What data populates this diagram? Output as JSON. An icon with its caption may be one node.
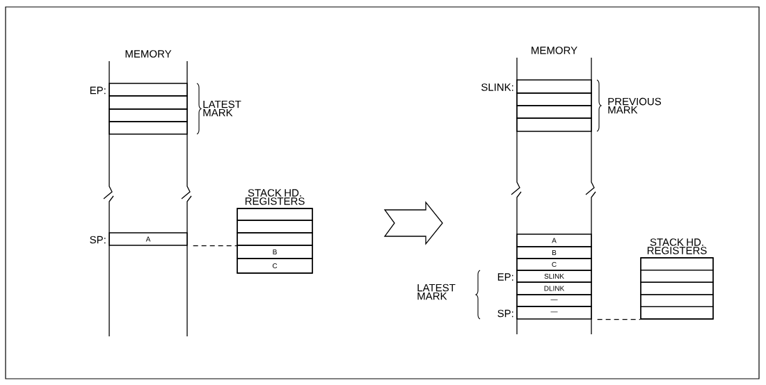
{
  "diagram": {
    "nodes": [
      {
        "text": [
          "MEMORY"
        ]
      },
      {
        "text": [],
        "shape": "box",
        "in": 0,
        "beside": [
          "EP:"
        ]
      },
      {
        "text": [],
        "shape": "box",
        "in": 0
      },
      {
        "text": [],
        "shape": "box",
        "in": 0
      },
      {
        "text": [],
        "shape": "box",
        "in": 0
      },
      {
        "text": [
          "A"
        ],
        "in": 0,
        "beside": [
          "SP:"
        ]
      },
      {
        "text": [
          "STACK HD. REGISTERS"
        ]
      },
      {
        "text": [],
        "shape": "box",
        "in": 6
      },
      {
        "text": [],
        "shape": "box",
        "in": 6
      },
      {
        "text": [],
        "shape": "box",
        "in": 6
      },
      {
        "text": [
          "B"
        ],
        "in": 6
      },
      {
        "text": [
          "C"
        ],
        "in": 6
      },
      {
        "text": [
          "MEMORY"
        ]
      },
      {
        "text": [],
        "shape": "box",
        "in": 12,
        "beside": [
          "SLINK:"
        ]
      },
      {
        "text": [],
        "shape": "box",
        "in": 12
      },
      {
        "text": [],
        "shape": "box",
        "in": 12
      },
      {
        "text": [],
        "shape": "box",
        "in": 12
      },
      {
        "text": [
          "A"
        ],
        "in": 12
      },
      {
        "text": [
          "B"
        ],
        "in": 12
      },
      {
        "text": [
          "C"
        ],
        "in": 12
      },
      {
        "text": [
          "SLINK"
        ],
        "in": 12,
        "beside": [
          "EP:"
        ]
      },
      {
        "text": [
          "DLINK"
        ],
        "in": 12
      },
      {
        "text": [
          "—"
        ],
        "in": 12
      },
      {
        "text": [
          "—"
        ],
        "in": 12,
        "beside": [
          "SP:"
        ]
      },
      {
        "text": [
          "STACK HD. REGISTERS"
        ]
      },
      {
        "text": [],
        "shape": "box",
        "in": 24
      },
      {
        "text": [],
        "shape": "box",
        "in": 24
      },
      {
        "text": [],
        "shape": "box",
        "in": 24
      },
      {
        "text": [],
        "shape": "box",
        "in": 24
      },
      {
        "text": [],
        "shape": "box",
        "in": 24
      }
    ],
    "edges": [
      {
        "from": 5,
        "to": 6,
        "arrow": "none",
        "style": "dashed"
      },
      {
        "from": 23,
        "to": 24,
        "arrow": "none",
        "style": "dashed"
      }
    ],
    "labels": [
      "LATEST MARK",
      "PREVIOUS MARK",
      "LATEST MARK"
    ]
  }
}
